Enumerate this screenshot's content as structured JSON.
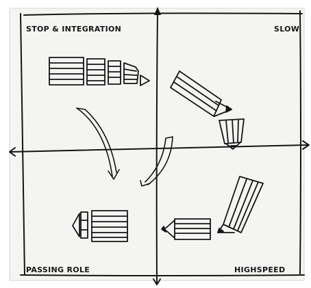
{
  "labels": {
    "top_left": "STOP & INTEGRATION",
    "top_right": "SLOW",
    "bottom_left": "PASSING ROLE",
    "bottom_right": "HIGHSPEED"
  },
  "colors": {
    "paper": "#f4f4f2",
    "ink": "#141414"
  }
}
